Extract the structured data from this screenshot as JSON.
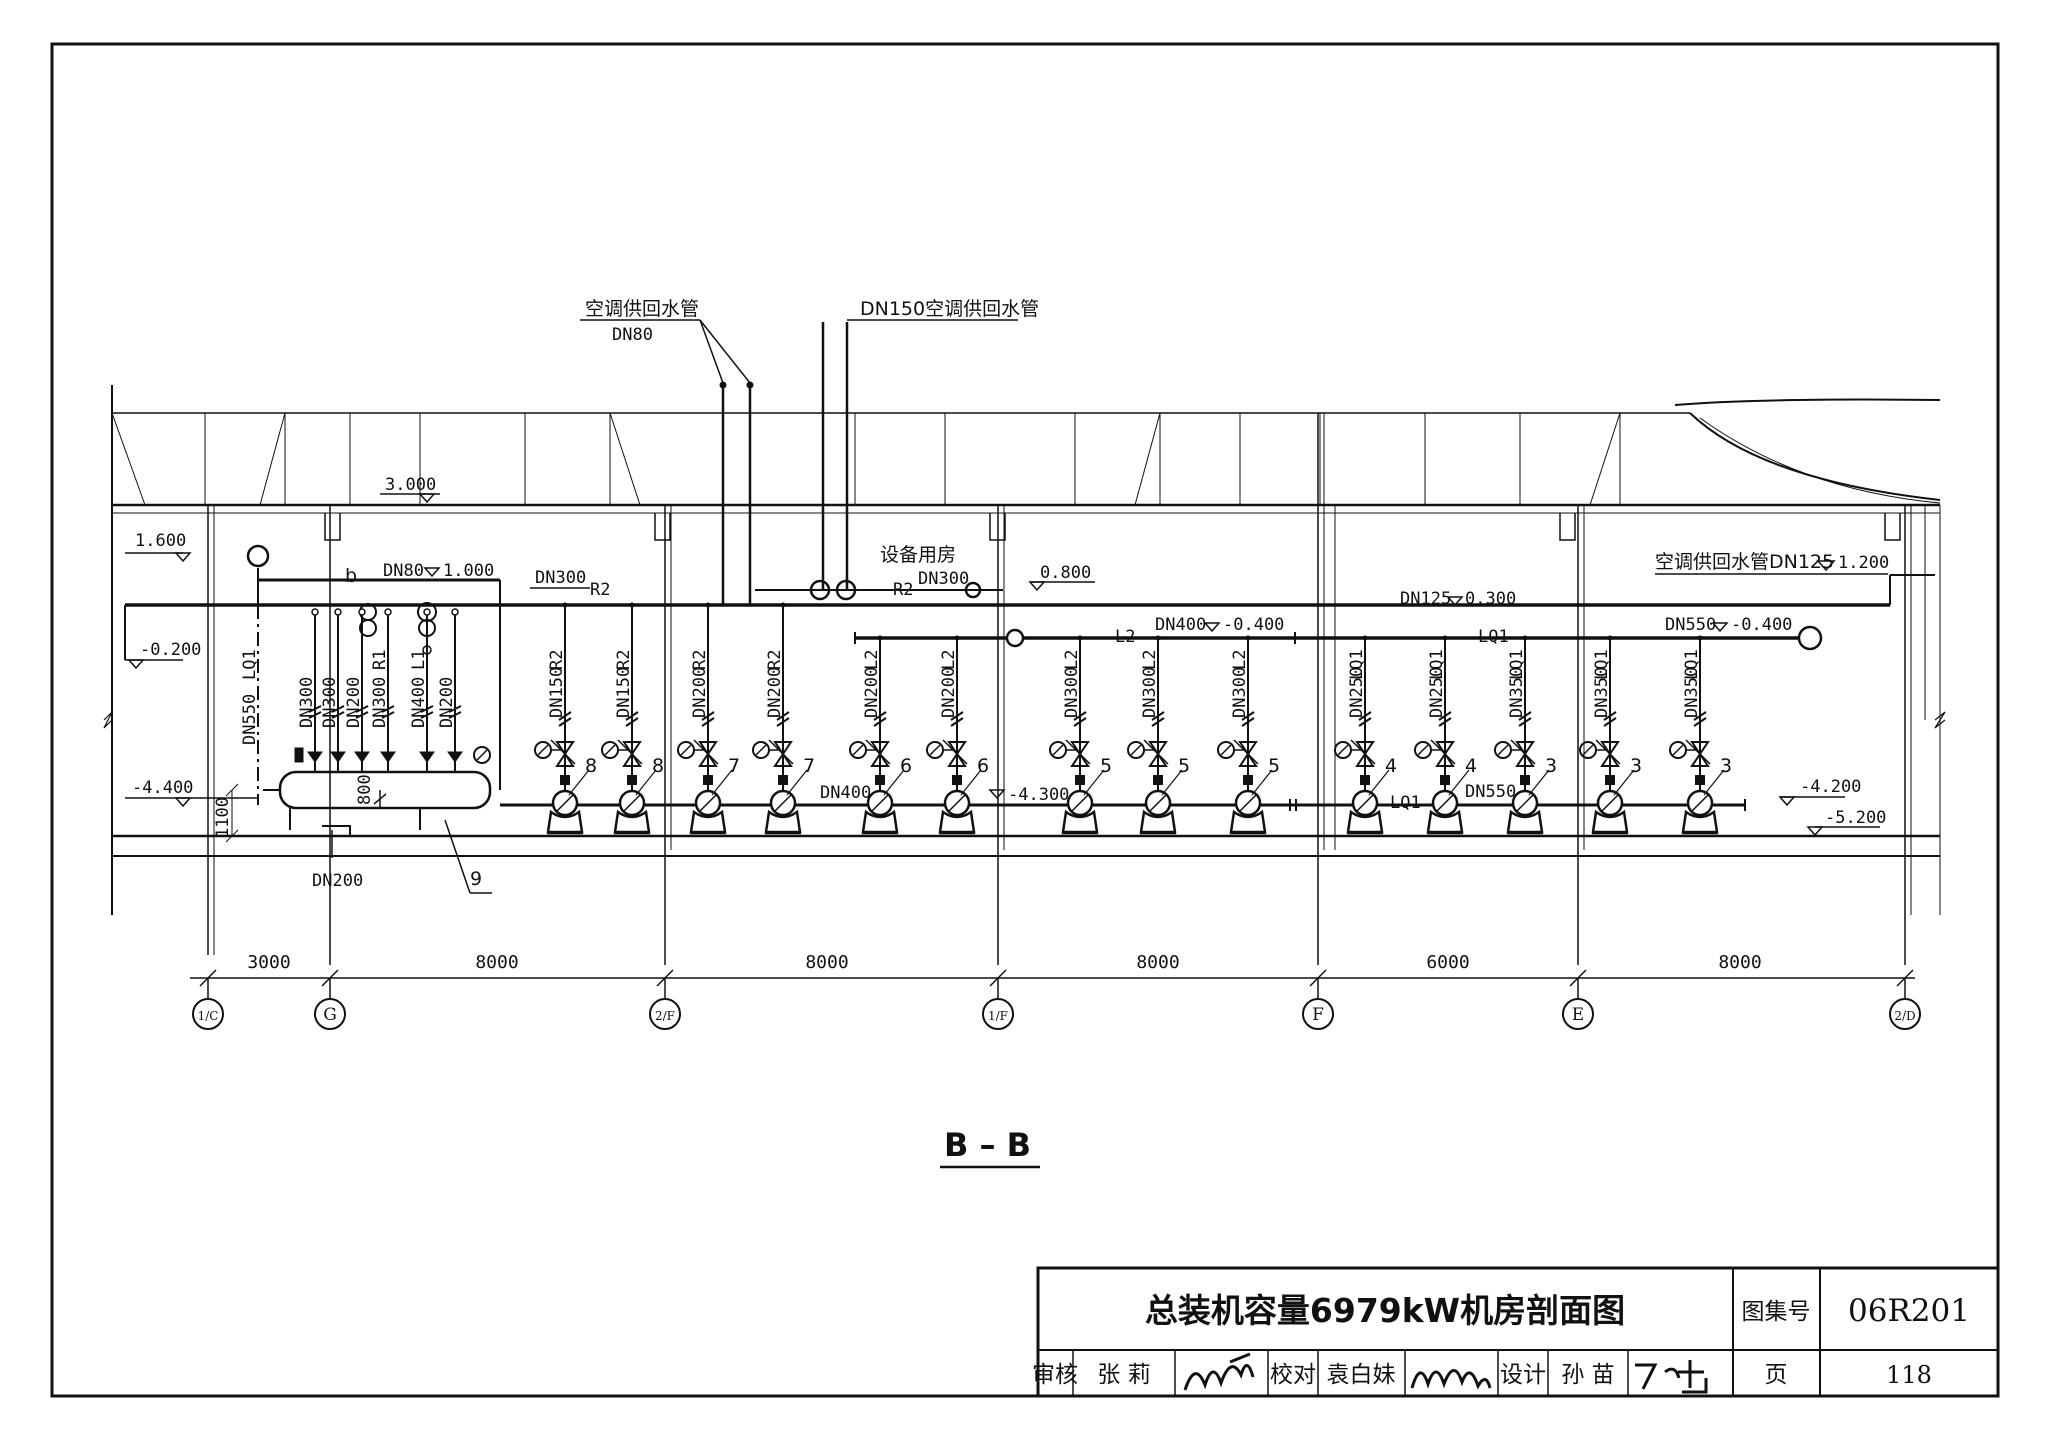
{
  "annotations": {
    "dn80_supply_label": "空调供回水管",
    "dn80_label": "DN80",
    "dn150_label": "DN150空调供回水管",
    "equipment_room": "设备用房",
    "dn125_right_label": "空调供回水管DN125",
    "dn125_right_elev": "1.200"
  },
  "elevations": {
    "e3000": "3.000",
    "e1600": "1.600",
    "e_0200": "-0.200",
    "e_4400": "-4.400",
    "e0800": "0.800",
    "e_4300": "-4.300",
    "e_4200": "-4.200",
    "e_5200": "-5.200"
  },
  "pipe_labels": {
    "dn80_1000": "DN80",
    "e1000": "1.000",
    "b": "b",
    "dn300_r2": "DN300",
    "r2_a": "R2",
    "r2_b": "R2",
    "dn300_b": "DN300",
    "dn400_l2": "DN400",
    "e_0400a": "-0.400",
    "l2_main": "L2",
    "dn125_0300": "DN125",
    "e0300": "0.300",
    "lq1_main": "LQ1",
    "dn550_main": "DN550",
    "e_0400b": "-0.400",
    "dn400_header": "DN400",
    "lq1_header": "LQ1",
    "dn550_header": "DN550",
    "dn200_bottom": "DN200",
    "dim_800": "800",
    "dim_1100": "1100",
    "item9": "9"
  },
  "branches": [
    {
      "size": "DN550",
      "pipe": "LQ1"
    },
    {
      "size": "DN300",
      "pipe": ""
    },
    {
      "size": "DN300",
      "pipe": ""
    },
    {
      "size": "DN200",
      "pipe": ""
    },
    {
      "size": "DN300",
      "pipe": "R1"
    },
    {
      "size": "DN400",
      "pipe": "L1"
    },
    {
      "size": "DN200",
      "pipe": ""
    }
  ],
  "pumps": [
    {
      "size": "DN150",
      "pipe": "R2",
      "no": "8"
    },
    {
      "size": "DN150",
      "pipe": "R2",
      "no": "8"
    },
    {
      "size": "DN200",
      "pipe": "R2",
      "no": "7"
    },
    {
      "size": "DN200",
      "pipe": "R2",
      "no": "7"
    },
    {
      "size": "DN200",
      "pipe": "L2",
      "no": "6"
    },
    {
      "size": "DN200",
      "pipe": "L2",
      "no": "6"
    },
    {
      "size": "DN300",
      "pipe": "L2",
      "no": "5"
    },
    {
      "size": "DN300",
      "pipe": "L2",
      "no": "5"
    },
    {
      "size": "DN300",
      "pipe": "L2",
      "no": "5"
    },
    {
      "size": "DN250",
      "pipe": "LQ1",
      "no": "4"
    },
    {
      "size": "DN250",
      "pipe": "LQ1",
      "no": "4"
    },
    {
      "size": "DN350",
      "pipe": "LQ1",
      "no": "3"
    },
    {
      "size": "DN350",
      "pipe": "LQ1",
      "no": "3"
    },
    {
      "size": "DN350",
      "pipe": "LQ1",
      "no": "3"
    }
  ],
  "dimensions": [
    "3000",
    "8000",
    "8000",
    "8000",
    "6000",
    "8000"
  ],
  "axes": [
    "1/C",
    "G",
    "2/F",
    "1/F",
    "F",
    "E",
    "2/D"
  ],
  "section_label": "B – B",
  "title_block": {
    "title": "总装机容量6979kW机房剖面图",
    "atlas_label": "图集号",
    "atlas_no": "06R201",
    "review_label": "审核",
    "reviewer": "张 莉",
    "check_label": "校对",
    "checker": "袁白妹",
    "design_label": "设计",
    "designer": "孙 苗",
    "page_label": "页",
    "page_no": "118"
  }
}
